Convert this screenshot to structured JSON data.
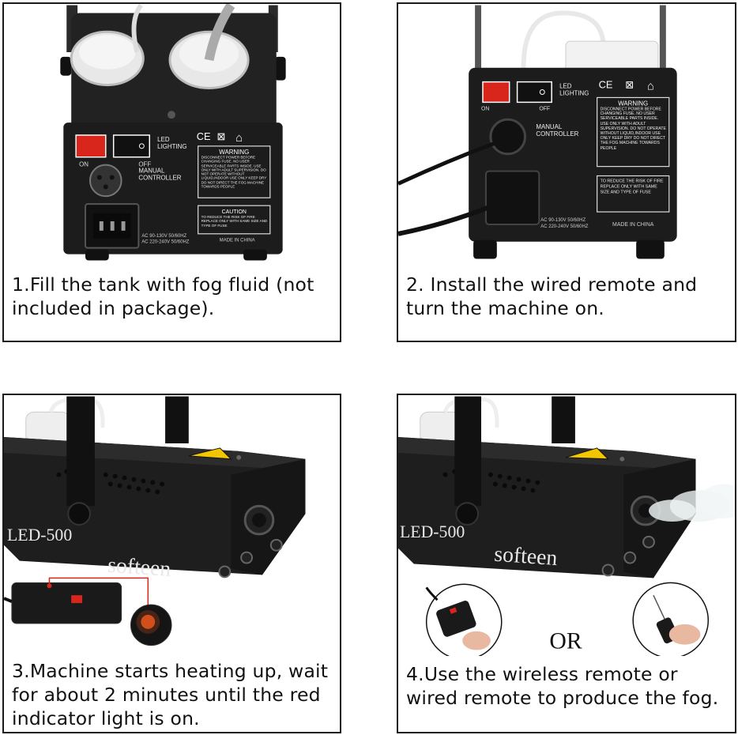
{
  "colors": {
    "border": "#1a1a1a",
    "machine": "#1c1c1c",
    "rocker_red": "#d9261c",
    "warning_yellow": "#f2c600"
  },
  "steps": [
    {
      "caption": "1.Fill the tank with fog fluid (not included in package).",
      "photo": {
        "switch_on": "ON",
        "switch_off": "OFF",
        "led_label": "LED\nLIGHTING",
        "manual_label": "MANUAL\nCONTROLLER",
        "warning_title": "WARNING",
        "warning_text": "DISCONNECT POWER BEFORE CHANGING FUSE. NO USER SERVICEABLE PARTS INSIDE. USE ONLY WITH ADULT SUPERVISION. DO NOT OPERATE WITHOUT LIQUID,INDOOR USE ONLY KEEP DRY DO NOT DIRECT THE FOG MACHINE TOWARDS PEOPLE",
        "caution_title": "CAUTION",
        "caution_text": "TO REDUCE THE RISK OF FIRE REPLACE ONLY WITH SAME SIZE AND TYPE OF FUSE",
        "voltage_1": "AC 90-130V 50/60HZ",
        "voltage_2": "AC 220-240V 50/60HZ",
        "made_in": "MADE IN CHINA"
      }
    },
    {
      "caption": "2. Install the wired remote and turn the machine on.",
      "photo": {
        "switch_on": "ON",
        "switch_off": "OFF",
        "led_label": "LED\nLIGHTING",
        "manual_label": "MANUAL\nCONTROLLER",
        "warning_title": "WARNING",
        "warning_text": "DISCONNECT POWER BEFORE CHANGING FUSE. NO USER SERVICEABLE PARTS INSIDE. USE ONLY WITH ADULT SUPERVISION. DO NOT OPERATE WITHOUT LIQUID,INDOOR USE ONLY KEEP DRY DO NOT DIRECT THE FOG MACHINE TOWARDS PEOPLE",
        "caution_text": "TO REDUCE THE RISK OF FIRE REPLACE ONLY WITH SAME SIZE AND TYPE OF FUSE",
        "voltage_1": "AC 90-130V 50/60HZ",
        "voltage_2": "AC 220-240V 50/60HZ",
        "made_in": "MADE IN CHINA"
      }
    },
    {
      "caption": "3.Machine starts heating up, wait for about 2 minutes until the red indicator light is on.",
      "photo": {
        "model": "LED-500",
        "brand": "softeen"
      }
    },
    {
      "caption": "4.Use the wireless remote or wired remote to produce the fog.",
      "photo": {
        "model": "LED-500",
        "brand": "softeen",
        "or_label": "OR"
      }
    }
  ]
}
